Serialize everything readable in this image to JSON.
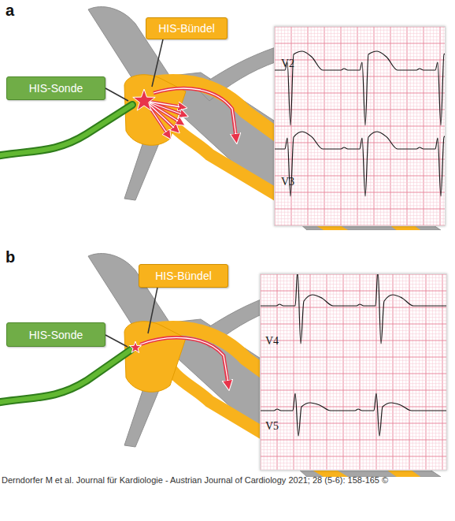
{
  "diagram": {
    "caption": "Derndorfer M et al. Journal für Kardiologie - Austrian Journal of Cardiology 2021; 28 (5-6): 158-165 ©",
    "nodes": [
      {
        "text": [
          "HIS-Bündel"
        ]
      },
      {
        "text": [
          "V2",
          "V3"
        ]
      },
      {
        "text": [
          "HIS-Sonde"
        ]
      },
      {
        "text": [
          "HIS-Bündel"
        ]
      },
      {
        "text": [
          "V4",
          "V5"
        ]
      },
      {
        "text": [
          "HIS-Sonde"
        ]
      }
    ],
    "labels": [
      "a",
      "b"
    ]
  }
}
